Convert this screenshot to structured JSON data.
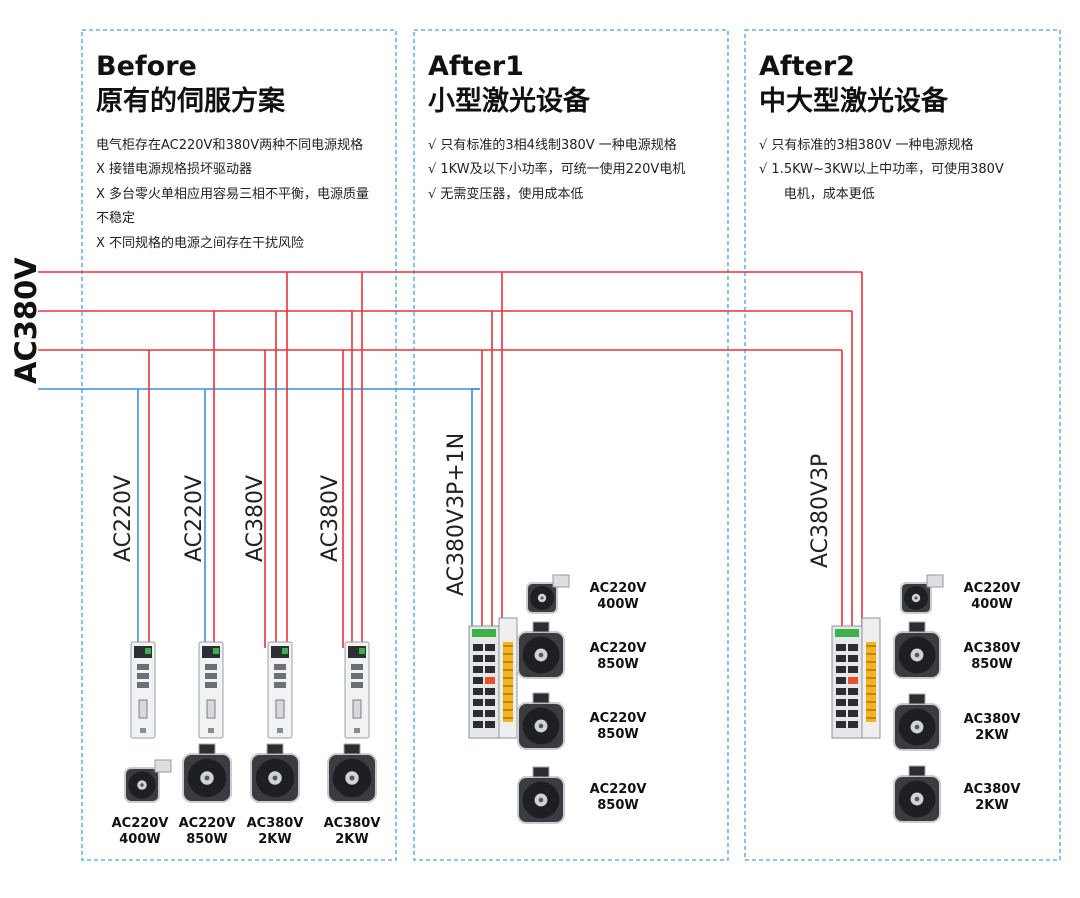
{
  "colors": {
    "red": "#e8323a",
    "blue": "#3b8fe0",
    "panel_border": "#4a9fe0"
  },
  "bus_label": "AC380V",
  "panels": {
    "before": {
      "title1": "Before",
      "title2": "原有的伺服方案",
      "desc": [
        "电气柜存在AC220V和380V两种不同电源规格",
        "X 接错电源规格损坏驱动器",
        "X 多台零火单相应用容易三相不平衡，电源质量",
        "不稳定",
        "X 不同规格的电源之间存在干扰风险"
      ],
      "drops": [
        "AC220V",
        "AC220V",
        "AC380V",
        "AC380V"
      ],
      "motors": [
        {
          "l1": "AC220V",
          "l2": "400W"
        },
        {
          "l1": "AC220V",
          "l2": "850W"
        },
        {
          "l1": "AC380V",
          "l2": "2KW"
        },
        {
          "l1": "AC380V",
          "l2": "2KW"
        }
      ]
    },
    "after1": {
      "title1": "After1",
      "title2": "小型激光设备",
      "desc": [
        "√  只有标准的3相4线制380V 一种电源规格",
        "√  1KW及以下小功率，可统一使用220V电机",
        "√  无需变压器，使用成本低"
      ],
      "drop": "AC380V3P+1N",
      "motors": [
        {
          "l1": "AC220V",
          "l2": "400W"
        },
        {
          "l1": "AC220V",
          "l2": "850W"
        },
        {
          "l1": "AC220V",
          "l2": "850W"
        },
        {
          "l1": "AC220V",
          "l2": "850W"
        }
      ]
    },
    "after2": {
      "title1": "After2",
      "title2": "中大型激光设备",
      "desc": [
        "√  只有标准的3相380V 一种电源规格",
        "√  1.5KW~3KW以上中功率，可使用380V",
        "      电机，成本更低"
      ],
      "drop": "AC380V3P",
      "motors": [
        {
          "l1": "AC220V",
          "l2": "400W"
        },
        {
          "l1": "AC380V",
          "l2": "850W"
        },
        {
          "l1": "AC380V",
          "l2": "2KW"
        },
        {
          "l1": "AC380V",
          "l2": "2KW"
        }
      ]
    }
  }
}
